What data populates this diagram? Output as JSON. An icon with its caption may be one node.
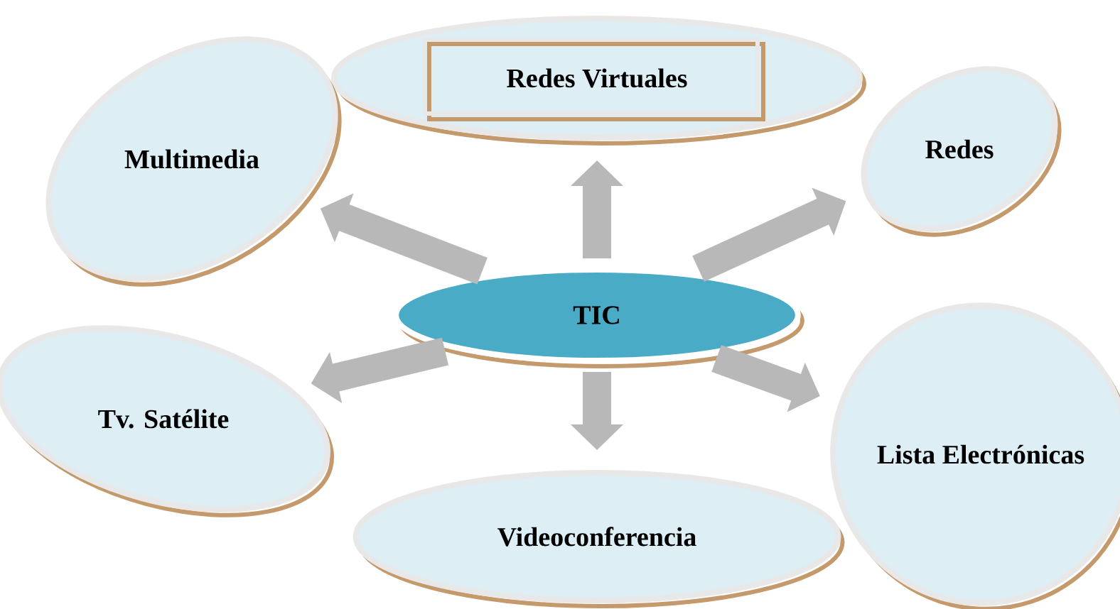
{
  "diagram": {
    "nodes": [
      {
        "text": [
          "Redes Virtuales"
        ]
      },
      {
        "text": [
          "Multimedia"
        ]
      },
      {
        "text": [
          "Redes"
        ]
      },
      {
        "text": [
          "TIC"
        ]
      },
      {
        "text": [
          "Tv. Satélite"
        ]
      },
      {
        "text": [
          "Lista Electrónicas"
        ]
      },
      {
        "text": [
          "Videoconferencia"
        ]
      }
    ],
    "edges": [
      {
        "from": 3,
        "to": 0,
        "arrow": "to"
      },
      {
        "from": 3,
        "to": 1,
        "arrow": "to"
      },
      {
        "from": 3,
        "to": 2,
        "arrow": "to"
      },
      {
        "from": 3,
        "to": 4,
        "arrow": "to"
      },
      {
        "from": 3,
        "to": 5,
        "arrow": "to"
      },
      {
        "from": 3,
        "to": 6,
        "arrow": "to"
      }
    ]
  }
}
